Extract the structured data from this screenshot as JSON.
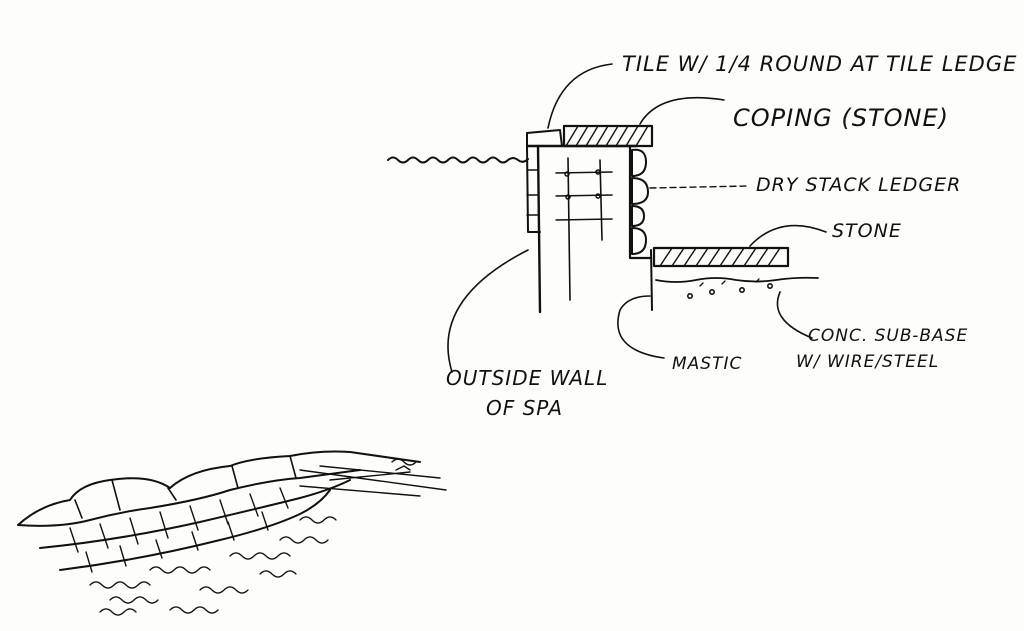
{
  "labels": {
    "tile": "TILE W/ 1/4 ROUND AT TILE LEDGE",
    "coping": "COPING (STONE)",
    "dry_stack": "DRY STACK LEDGER",
    "stone": "STONE",
    "subbase_line1": "CONC. SUB-BASE",
    "subbase_line2": "W/ WIRE/STEEL",
    "mastic": "MASTIC",
    "outside_wall_line1": "OUTSIDE WALL",
    "outside_wall_line2": "OF SPA"
  },
  "ink_color": "#111111",
  "paper_color": "#fdfdfb"
}
